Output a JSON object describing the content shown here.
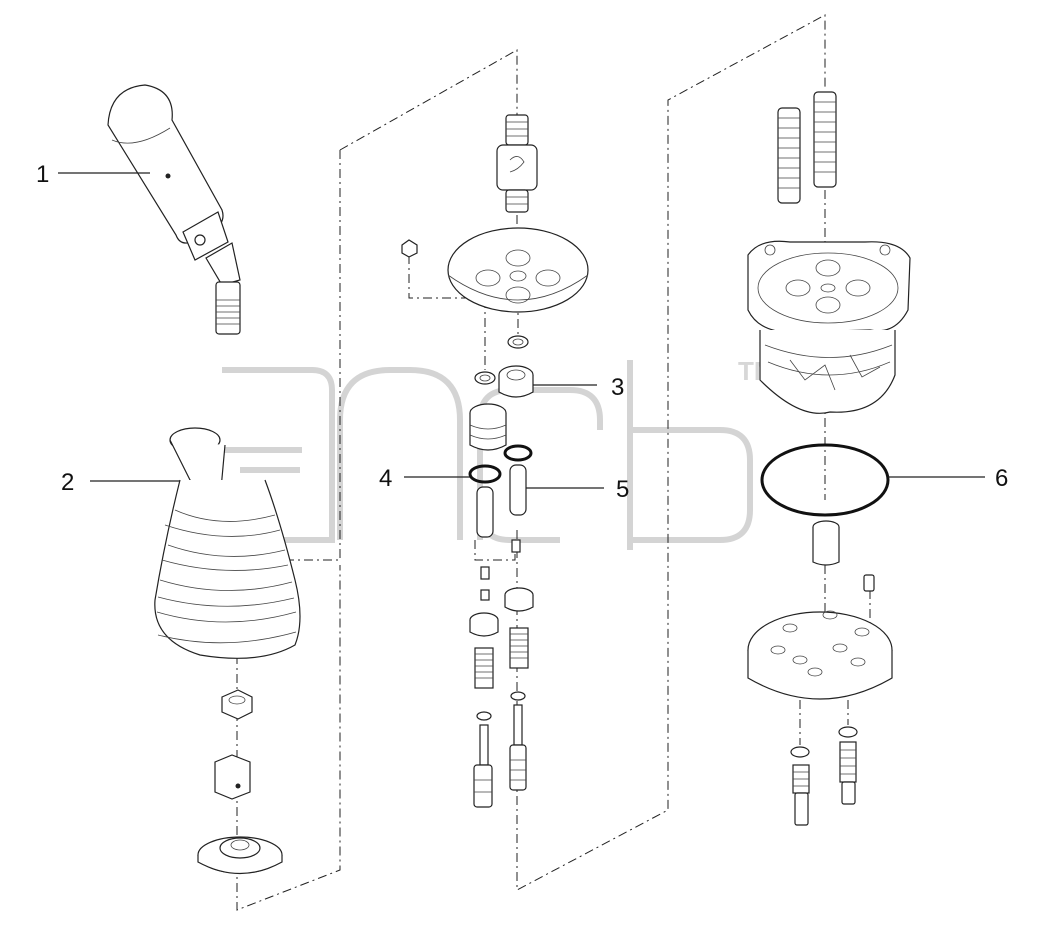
{
  "diagram": {
    "callouts": [
      {
        "id": "1",
        "label": "1"
      },
      {
        "id": "2",
        "label": "2"
      },
      {
        "id": "3",
        "label": "3"
      },
      {
        "id": "4",
        "label": "4"
      },
      {
        "id": "5",
        "label": "5"
      },
      {
        "id": "6",
        "label": "6"
      }
    ],
    "watermark": {
      "mark": "TM"
    }
  }
}
